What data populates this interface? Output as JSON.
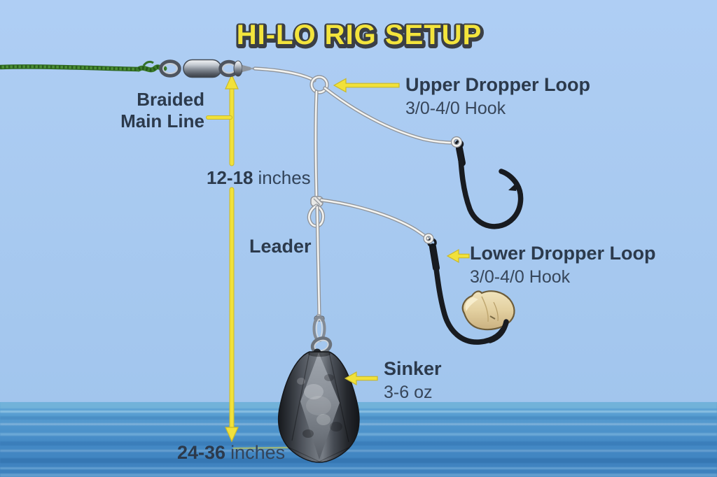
{
  "title": "HI-LO RIG SETUP",
  "labels": {
    "main_line": {
      "line1": "Braided",
      "line2": "Main Line"
    },
    "upper_spacing": {
      "value": "12-18",
      "unit": "inches"
    },
    "leader": "Leader",
    "upper_dropper": {
      "name": "Upper Dropper Loop",
      "hook": "3/0-4/0 Hook"
    },
    "lower_dropper": {
      "name": "Lower Dropper Loop",
      "hook": "3/0-4/0 Hook"
    },
    "sinker": {
      "name": "Sinker",
      "weight": "3-6 oz"
    },
    "lower_spacing": {
      "value": "24-36",
      "unit": "inches"
    }
  },
  "graphics": {
    "main_line": "green-braided-line",
    "connector": "barrel-swivel",
    "leader": "clear-mono-leader-line",
    "loops": "dropper-loop-knot",
    "hooks": "black-octopus-hook",
    "bait": "clam-strip-bait",
    "weight": "bass-casting-sinker",
    "pointers": "yellow-arrow"
  },
  "colors": {
    "sky": "#a9c8f0",
    "water": "#4489c5",
    "accent_yellow": "#f1e13a",
    "title_yellow": "#f3e43c",
    "title_outline": "#3b3f45",
    "text_dark": "#2c3a4c",
    "main_line_green": "#4c8f35",
    "leader_white": "#f4f4f1",
    "hook_black": "#181b20",
    "sinker_gray": "#565b63",
    "bait_tan": "#e3d0a0"
  }
}
